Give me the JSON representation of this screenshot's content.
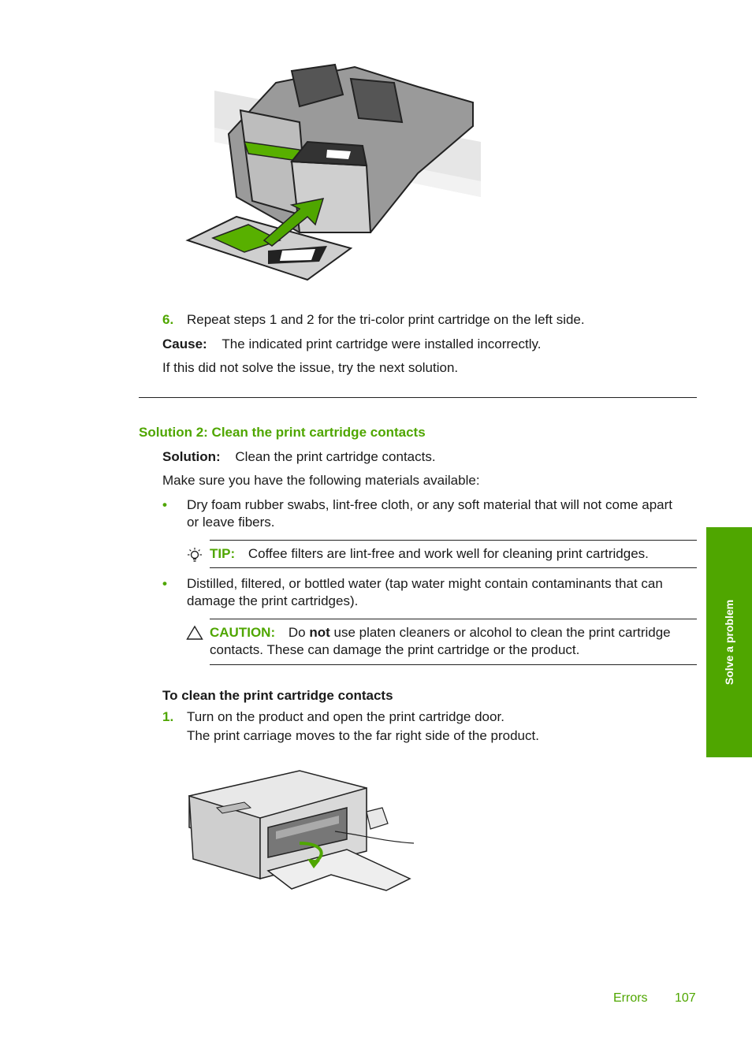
{
  "step6": {
    "number": "6.",
    "text": "Repeat steps 1 and 2 for the tri-color print cartridge on the left side."
  },
  "cause": {
    "label": "Cause:",
    "text": "The indicated print cartridge were installed incorrectly."
  },
  "next_solution_note": "If this did not solve the issue, try the next solution.",
  "solution2": {
    "heading": "Solution 2: Clean the print cartridge contacts",
    "label": "Solution:",
    "text": "Clean the print cartridge contacts.",
    "materials_intro": "Make sure you have the following materials available:",
    "bullet_symbol": "•",
    "bullets": [
      {
        "line1": "Dry foam rubber swabs, lint-free cloth, or any soft material that will not come apart",
        "line2": "or leave fibers."
      },
      {
        "line1": "Distilled, filtered, or bottled water (tap water might contain contaminants that can",
        "line2": "damage the print cartridges)."
      }
    ],
    "tip": {
      "label": "TIP:",
      "text": "Coffee filters are lint-free and work well for cleaning print cartridges.",
      "icon": "lightbulb-icon"
    },
    "caution": {
      "label": "CAUTION:",
      "pre": "Do",
      "strong": "not",
      "post": "use platen cleaners or alcohol to clean the print cartridge",
      "line2": "contacts. These can damage the print cartridge or the product.",
      "icon": "warning-triangle-icon"
    }
  },
  "procedure": {
    "heading": "To clean the print cartridge contacts",
    "step1_number": "1.",
    "step1_text": "Turn on the product and open the print cartridge door.",
    "step1_result": "The print carriage moves to the far right side of the product."
  },
  "side_tab": "Solve a problem",
  "footer": {
    "section": "Errors",
    "page": "107"
  },
  "colors": {
    "accent_green": "#4fa600",
    "text": "#1a1a1a"
  }
}
